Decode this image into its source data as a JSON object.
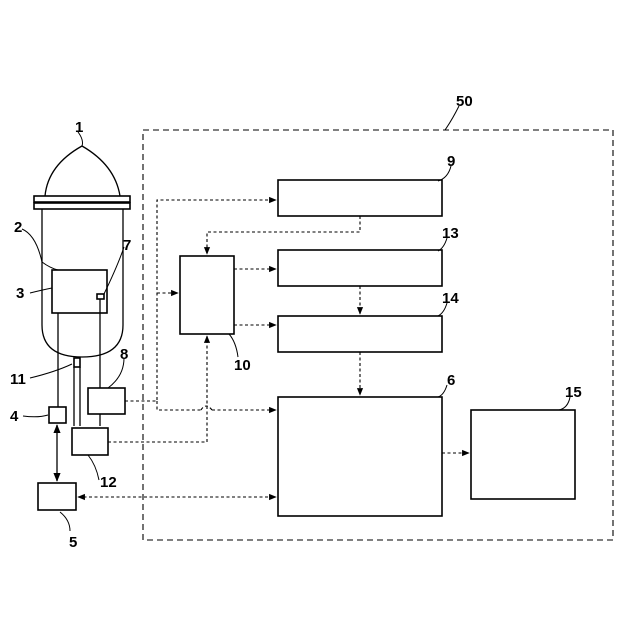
{
  "labels": {
    "n1": "1",
    "n2": "2",
    "n3": "3",
    "n4": "4",
    "n5": "5",
    "n6": "6",
    "n7": "7",
    "n8": "8",
    "n9": "9",
    "n10": "10",
    "n11": "11",
    "n12": "12",
    "n13": "13",
    "n14": "14",
    "n15": "15",
    "n50": "50"
  }
}
